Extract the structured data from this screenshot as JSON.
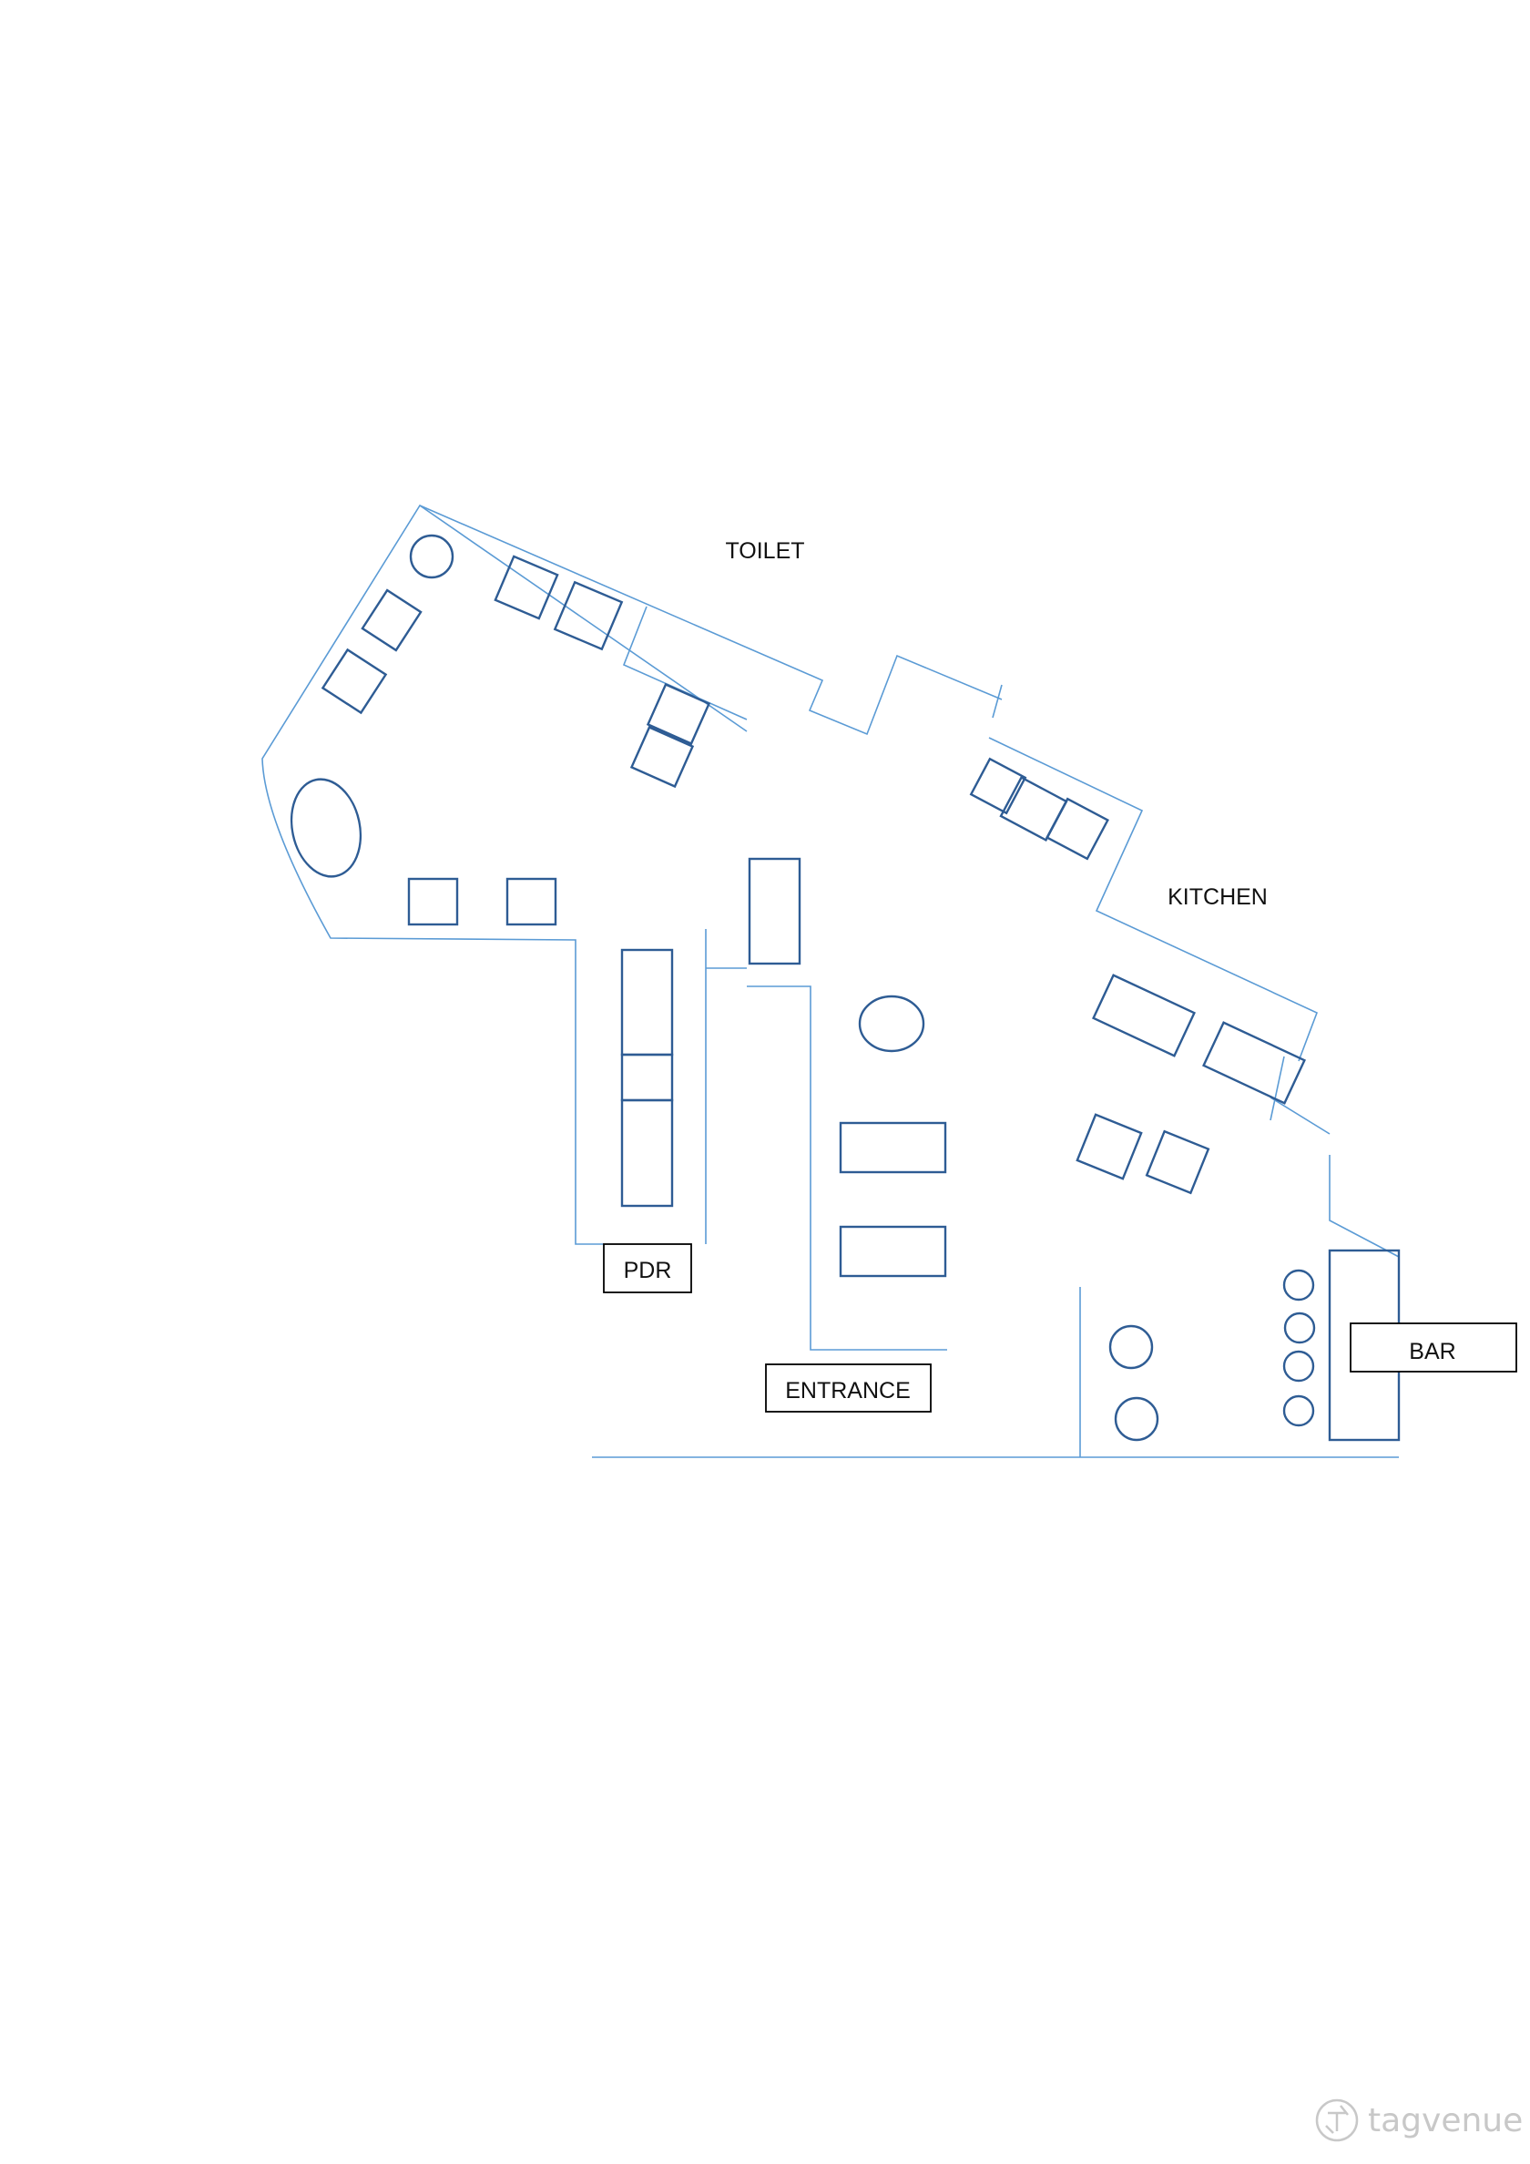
{
  "labels": {
    "toilet": "TOILET",
    "kitchen": "KITCHEN",
    "pdr": "PDR",
    "entrance": "ENTRANCE",
    "bar": "BAR"
  },
  "watermark": {
    "brand": "tagvenue",
    "icon": "tagvenue-logo-icon"
  },
  "colors": {
    "walls": "#5b9bd5",
    "furniture": "#2e5c94",
    "label_border": "#000000"
  }
}
